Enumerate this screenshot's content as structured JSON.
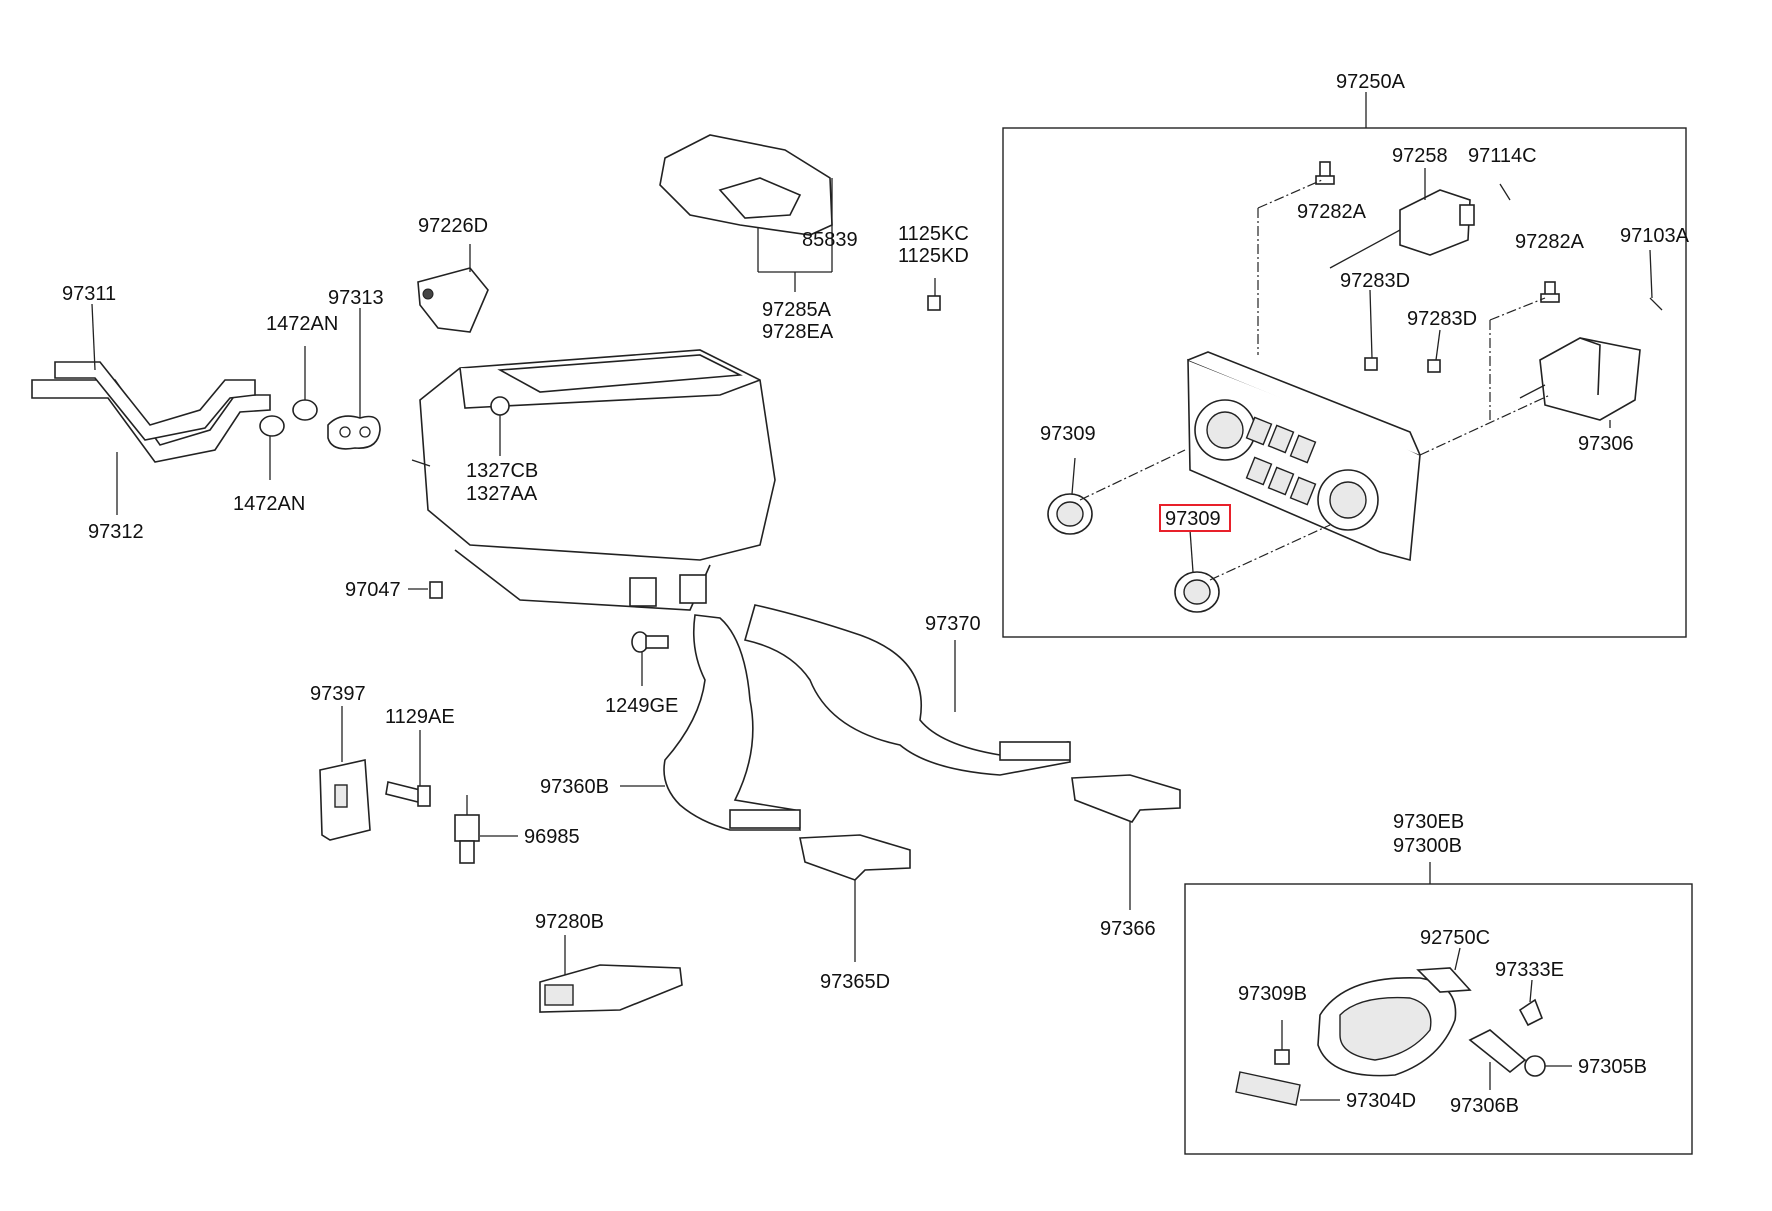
{
  "diagram": {
    "highlighted_part": "97309",
    "highlight_color": "#e8202a",
    "labels": {
      "p97250A": "97250A",
      "p97258": "97258",
      "p97114C": "97114C",
      "p97282A_1": "97282A",
      "p97282A_2": "97282A",
      "p97103A": "97103A",
      "p97283D_1": "97283D",
      "p97283D_2": "97283D",
      "p97309_1": "97309",
      "p97309_2": "97309",
      "p97306": "97306",
      "p97226D": "97226D",
      "p85839": "85839",
      "p1125KC": "1125KC",
      "p1125KD": "1125KD",
      "p97285A": "97285A",
      "p9728EA": "9728EA",
      "p97311": "97311",
      "p97313": "97313",
      "p1472AN_1": "1472AN",
      "p1472AN_2": "1472AN",
      "p97312": "97312",
      "p1327CB": "1327CB",
      "p1327AA": "1327AA",
      "p97047": "97047",
      "p1249GE": "1249GE",
      "p97370": "97370",
      "p97397": "97397",
      "p1129AE": "1129AE",
      "p96985": "96985",
      "p97360B": "97360B",
      "p97280B": "97280B",
      "p97365D": "97365D",
      "p97366": "97366",
      "p9730EB": "9730EB",
      "p97300B": "97300B",
      "p92750C": "92750C",
      "p97333E": "97333E",
      "p97309B": "97309B",
      "p97305B": "97305B",
      "p97304D": "97304D",
      "p97306B": "97306B"
    }
  }
}
